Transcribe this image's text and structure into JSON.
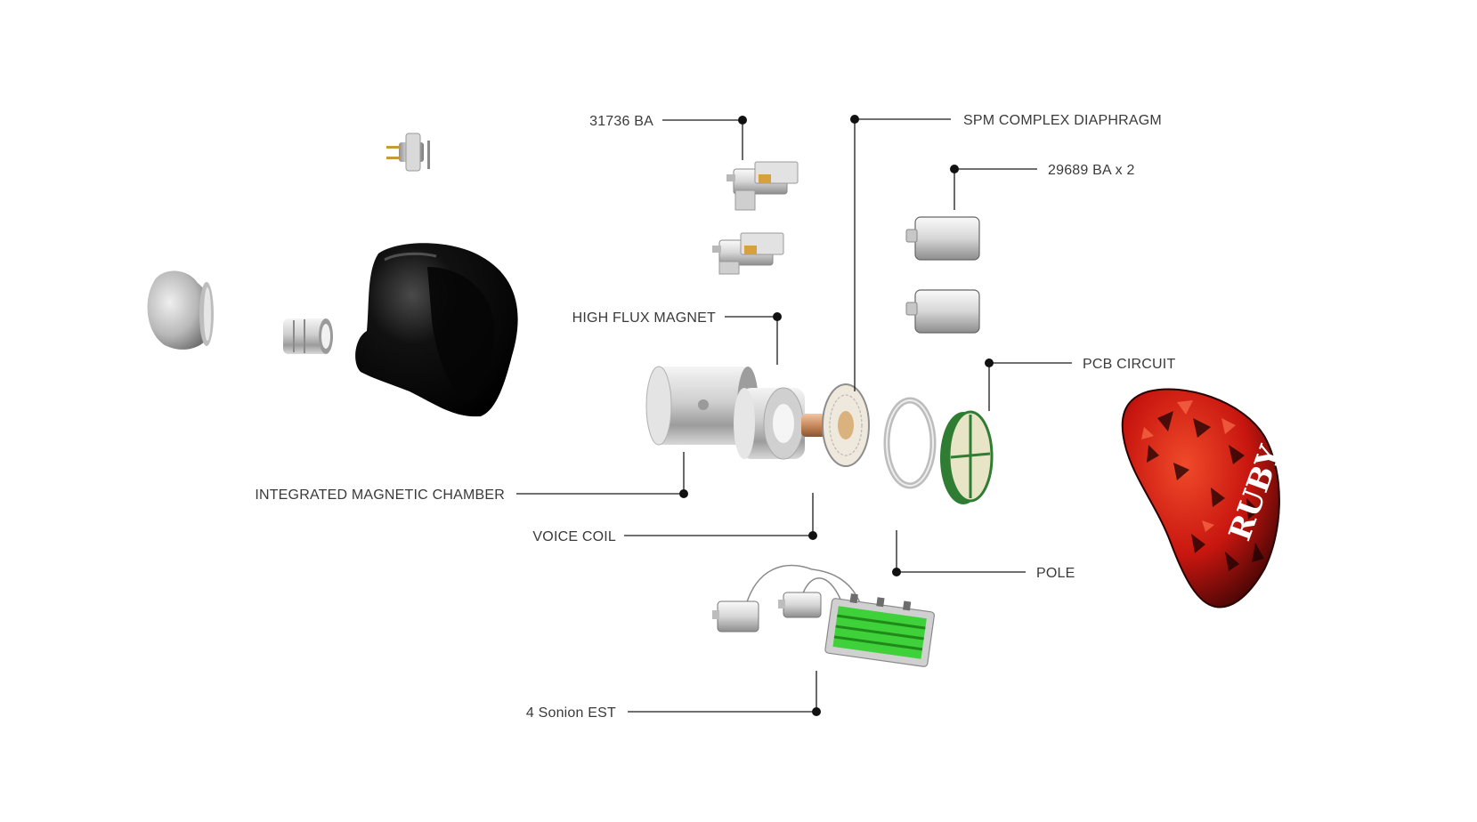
{
  "labels": {
    "ba_31736": "31736 BA",
    "spm_diaphragm": "SPM COMPLEX DIAPHRAGM",
    "ba_29689": "29689 BA x 2",
    "high_flux_magnet": "HIGH FLUX MAGNET",
    "pcb_circuit": "PCB CIRCUIT",
    "integrated_chamber": "INTEGRATED MAGNETIC CHAMBER",
    "voice_coil": "VOICE COIL",
    "pole": "POLE",
    "sonion_est": "4 Sonion EST"
  },
  "faceplate_logo": "RUBY",
  "colors": {
    "accent_red": "#c8160f",
    "pcb_green": "#2e7d32",
    "est_green": "#3fd13a",
    "shell_black": "#0c0c0c",
    "metal": "#c9c9c9"
  }
}
